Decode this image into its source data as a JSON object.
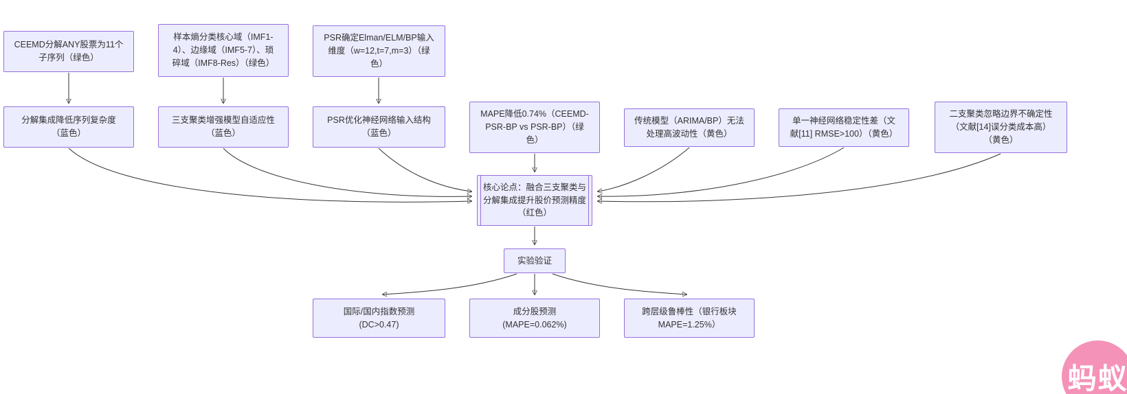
{
  "colors": {
    "node_fill": "#ECECFF",
    "node_border": "#9370DB",
    "edge": "#333333",
    "watermark_pink": "#f592b8",
    "background": "#ffffff"
  },
  "watermark": {
    "label": "蚂蚁"
  },
  "nodes": {
    "ceemd": {
      "label": "CEEMD分解ANY股票为11个\n子序列（绿色）"
    },
    "sample_entropy": {
      "label": "样本熵分类核心域（IMF1-\n4）、边缘域（IMF5-7）、琐\n碎域（IMF8-Res）（绿色）"
    },
    "psr_input": {
      "label": "PSR确定Elman/ELM/BP输入\n维度（w=12,t=7,m=3）（绿\n色）"
    },
    "decomp": {
      "label": "分解集成降低序列复杂度\n（蓝色）"
    },
    "three_way": {
      "label": "三支聚类增强模型自适应性\n（蓝色）"
    },
    "psr_opt": {
      "label": "PSR优化神经网络输入结构\n（蓝色）"
    },
    "mape_low": {
      "label": "MAPE降低0.74%（CEEMD-\nPSR-BP vs PSR-BP）（绿\n色）"
    },
    "traditional": {
      "label": "传统模型（ARIMA/BP）无法\n处理高波动性（黄色）"
    },
    "single_nn": {
      "label": "单一神经网络稳定性差（文\n献[11] RMSE>100）（黄色）"
    },
    "two_way": {
      "label": "二支聚类忽略边界不确定性\n（文献[14]误分类成本高）\n（黄色）"
    },
    "core": {
      "label": "核心论点：融合三支聚类与\n分解集成提升股价预测精度\n（红色）"
    },
    "experiment": {
      "label": "实验验证"
    },
    "index_pred": {
      "label": "国际/国内指数预测\n(DC>0.47)"
    },
    "stock_pred": {
      "label": "成分股预测\n(MAPE=0.062%)"
    },
    "robustness": {
      "label": "跨层级鲁棒性（银行板块\nMAPE=1.25%）"
    }
  }
}
